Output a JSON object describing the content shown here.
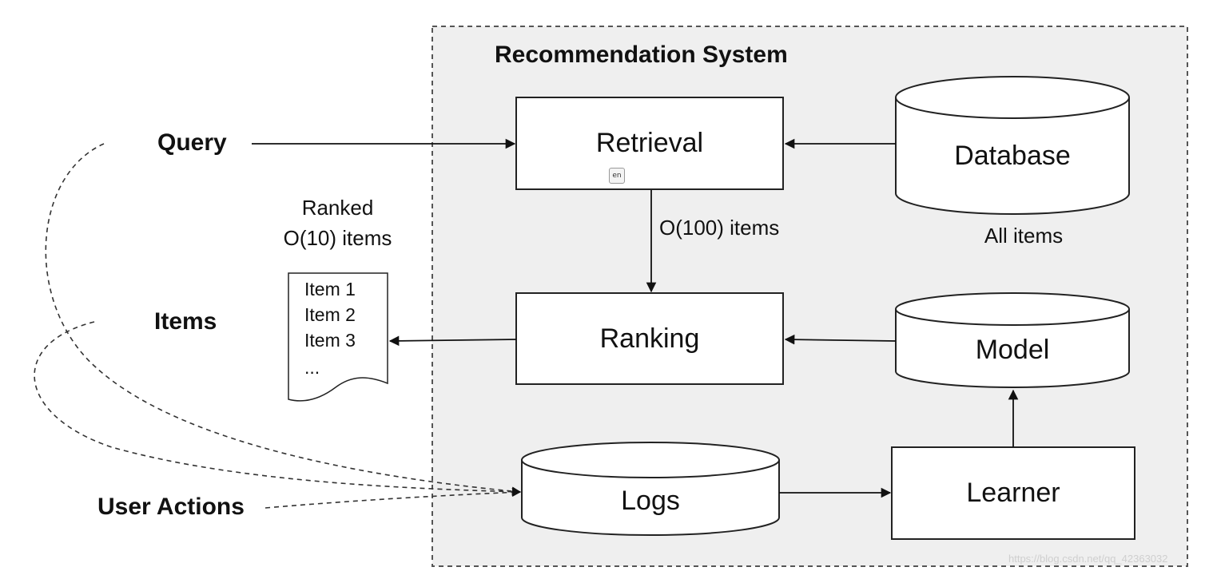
{
  "system": {
    "title": "Recommendation System"
  },
  "inputs": {
    "query": "Query",
    "items": "Items",
    "user_actions": "User Actions"
  },
  "ranked_output": {
    "label_line1": "Ranked",
    "label_line2": "O(10) items",
    "list": [
      "Item 1",
      "Item 2",
      "Item 3",
      "..."
    ]
  },
  "nodes": {
    "retrieval": "Retrieval",
    "ranking": "Ranking",
    "learner": "Learner",
    "database": "Database",
    "model": "Model",
    "logs": "Logs"
  },
  "annotations": {
    "retrieval_to_ranking": "O(100) items",
    "database_caption": "All items"
  },
  "icons": {
    "language_icon": "translate-icon"
  },
  "watermark": "https://blog.csdn.net/qq_42363032"
}
